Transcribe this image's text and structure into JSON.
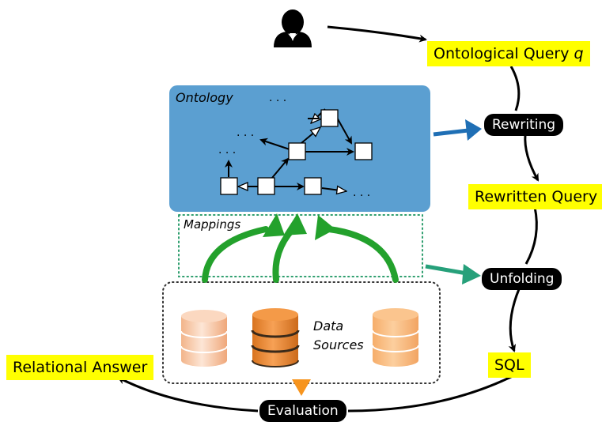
{
  "colors": {
    "yellow": "#ffff00",
    "ontology_fill": "#5b9fd1",
    "mapping_border": "#2e9e6e",
    "green_arrow": "#23a12c",
    "blue_arrow": "#1f6fb5",
    "teal_arrow": "#26a07a",
    "orange_triangle": "#f7941d"
  },
  "icons": [
    "user-icon",
    "database-icon"
  ],
  "nodes": {
    "ontological_query": "Ontological Query",
    "ontological_query_var": "q",
    "rewriting": "Rewriting",
    "rewritten_query": "Rewritten Query",
    "unfolding": "Unfolding",
    "sql": "SQL",
    "evaluation": "Evaluation",
    "relational_answer": "Relational Answer",
    "ontology": "Ontology",
    "mappings": "Mappings",
    "data_sources_line1": "Data",
    "data_sources_line2": "Sources",
    "ellipsis": ". . ."
  }
}
